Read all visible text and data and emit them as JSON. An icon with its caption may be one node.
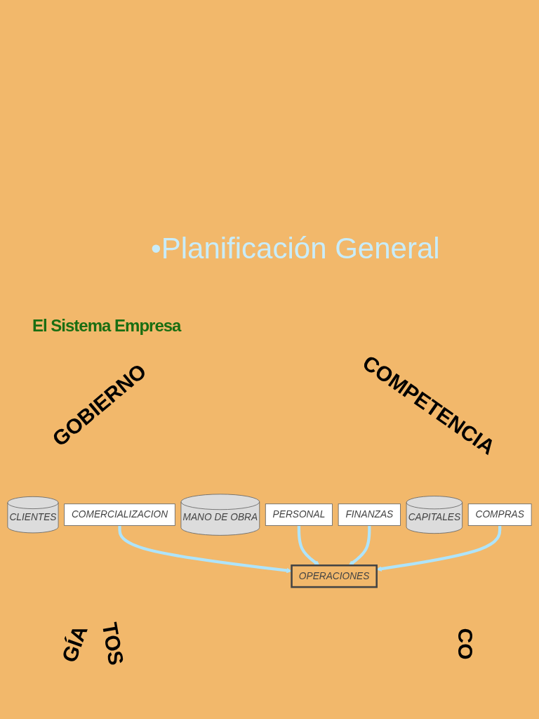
{
  "diagram": {
    "title": "•Planificación General",
    "nodes": [
      {
        "text": [
          "CLIENTES"
        ]
      },
      {
        "text": [
          "COMERCIALIZACION"
        ]
      },
      {
        "text": [
          "MANO DE OBRA"
        ]
      },
      {
        "text": [
          "PERSONAL"
        ]
      },
      {
        "text": [
          "OPERACIONES"
        ]
      },
      {
        "text": [
          "FINANZAS"
        ]
      },
      {
        "text": [
          "CAPITALES"
        ]
      },
      {
        "text": [
          "COMPRAS"
        ]
      }
    ],
    "edges": [
      {
        "from": 1,
        "to": 4,
        "arrow": "to"
      },
      {
        "from": 3,
        "to": 4,
        "arrow": "to"
      },
      {
        "from": 5,
        "to": 4,
        "arrow": "to"
      },
      {
        "from": 7,
        "to": 4,
        "arrow": "to"
      }
    ],
    "labels": [
      "El Sistema Empresa",
      "GOBIERNO",
      "COMPETENCIA",
      "GÍA",
      "TOS",
      "CO"
    ]
  }
}
